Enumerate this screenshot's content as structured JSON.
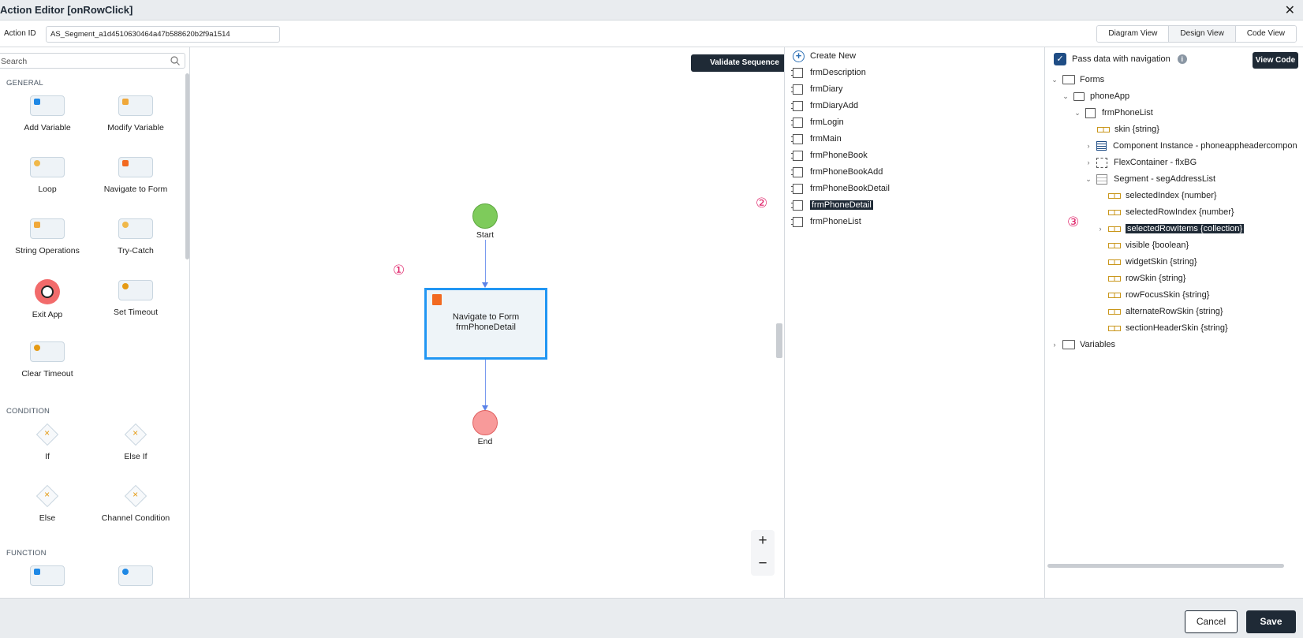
{
  "window": {
    "title": "Action Editor [onRowClick]"
  },
  "action": {
    "id_label": "Action ID",
    "id_value": "AS_Segment_a1d4510630464a47b588620b2f9a1514"
  },
  "views": [
    "Diagram View",
    "Design View",
    "Code View"
  ],
  "palette": {
    "search_placeholder": "Search",
    "general_title": "GENERAL",
    "general": [
      "Add Variable",
      "Modify Variable",
      "Loop",
      "Navigate to Form",
      "String Operations",
      "Try-Catch",
      "Exit App",
      "Set Timeout",
      "Clear Timeout"
    ],
    "condition_title": "CONDITION",
    "condition": [
      "If",
      "Else If",
      "Else",
      "Channel Condition"
    ],
    "function_title": "FUNCTION"
  },
  "canvas": {
    "validate_label": "Validate Sequence",
    "start_label": "Start",
    "end_label": "End",
    "node_line1": "Navigate to Form",
    "node_line2": "frmPhoneDetail",
    "marker1": "①",
    "marker2": "②",
    "marker3": "③",
    "zoom_in": "+",
    "zoom_out": "−"
  },
  "forms": {
    "create_new": "Create New",
    "items": [
      "frmDescription",
      "frmDiary",
      "frmDiaryAdd",
      "frmLogin",
      "frmMain",
      "frmPhoneBook",
      "frmPhoneBookAdd",
      "frmPhoneBookDetail",
      "frmPhoneDetail",
      "frmPhoneList"
    ],
    "selected": "frmPhoneDetail"
  },
  "tree": {
    "pass_label": "Pass data with navigation",
    "view_code": "View Code",
    "forms": "Forms",
    "app": "phoneApp",
    "form": "frmPhoneList",
    "skin": "skin {string}",
    "component": "Component Instance - phoneappheadercompon",
    "flex": "FlexContainer - flxBG",
    "segment": "Segment - segAddressList",
    "props": [
      "selectedIndex {number}",
      "selectedRowIndex {number}",
      "selectedRowItems {collection}",
      "visible {boolean}",
      "widgetSkin {string}",
      "rowSkin {string}",
      "rowFocusSkin {string}",
      "alternateRowSkin {string}",
      "sectionHeaderSkin {string}"
    ],
    "variables": "Variables"
  },
  "footer": {
    "cancel": "Cancel",
    "save": "Save"
  }
}
